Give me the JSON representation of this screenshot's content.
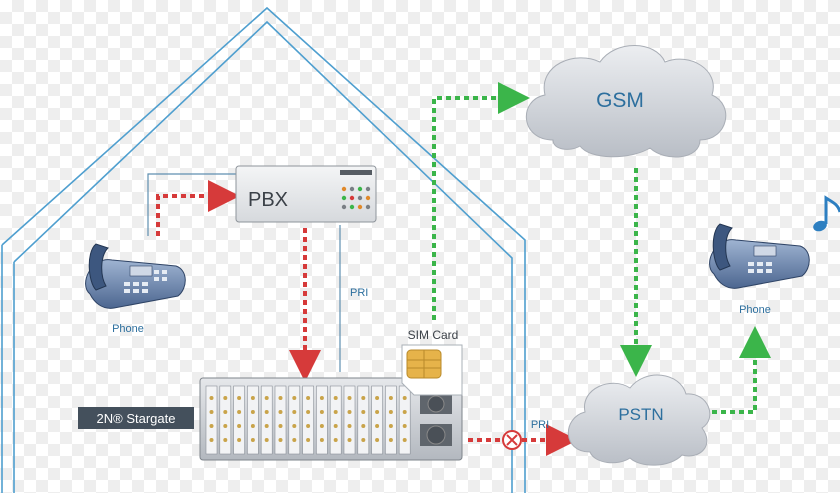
{
  "nodes": {
    "gsm": "GSM",
    "pbx": "PBX",
    "pstn": "PSTN",
    "stargate": "2N® Stargate",
    "sim_card": "SIM Card",
    "phone_left": "Phone",
    "phone_right": "Phone"
  },
  "links": {
    "pri_vertical": "PRI",
    "pri_horizontal": "PRI"
  },
  "colors": {
    "house_outline": "#4f9fcf",
    "red_dashed": "#d63a3a",
    "green_dashed": "#3bb54a",
    "cloud": "#c8ccd2",
    "cloud_text": "#2d6f9e",
    "label_box": "#44505c"
  },
  "icons": [
    "phone-icon",
    "sim-card-icon",
    "music-note-icon",
    "blocked-x-icon"
  ]
}
